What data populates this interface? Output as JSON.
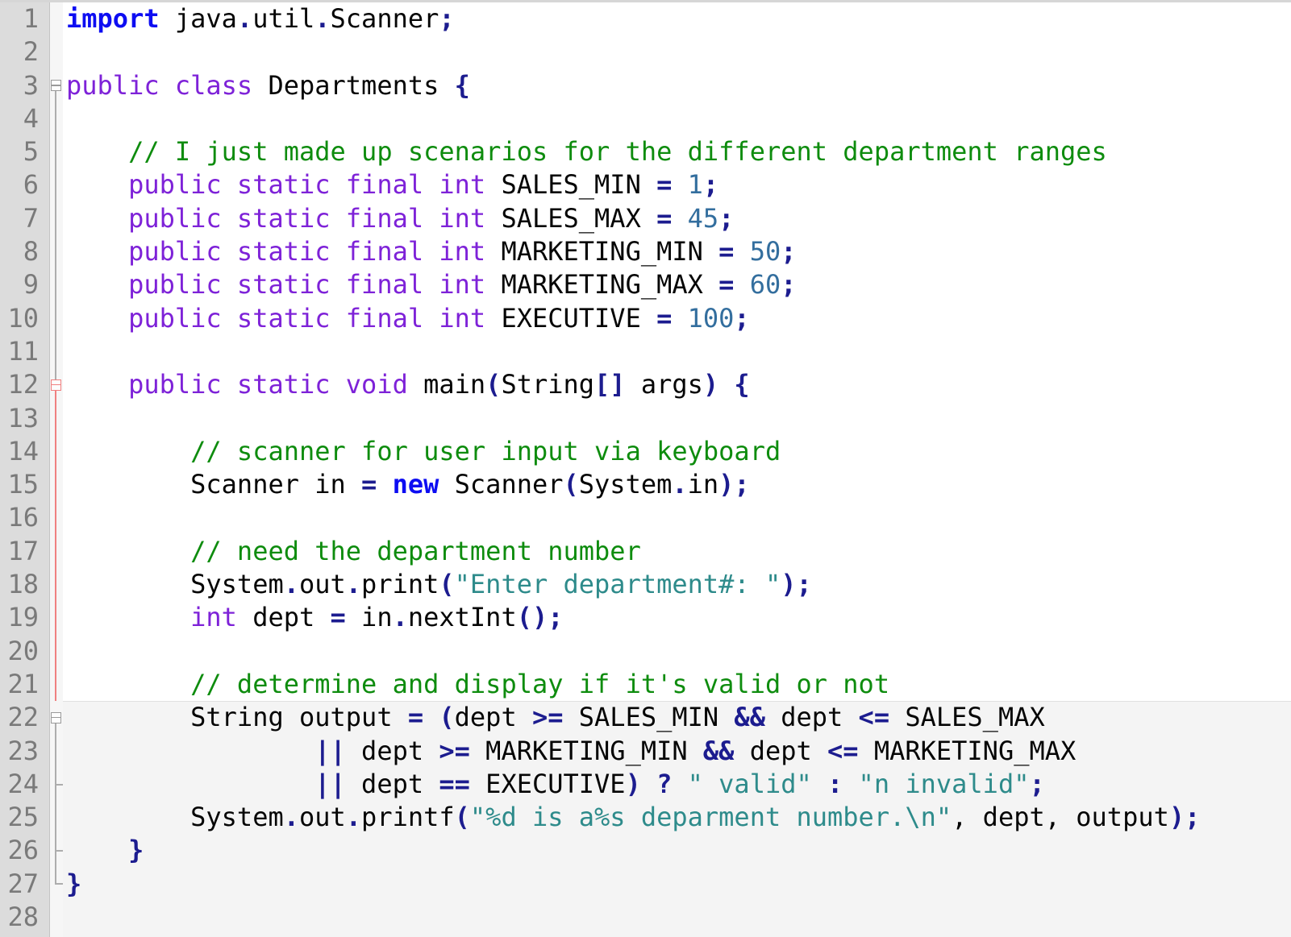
{
  "editor": {
    "colors": {
      "keyword_blue": "#0d0df2",
      "keyword_violet": "#7e22d8",
      "operator_navy": "#1c1c8f",
      "number_blue": "#336e9e",
      "string_teal": "#2e8b8b",
      "comment_green": "#0e8c0e",
      "plain_text": "#050505",
      "gutter_bg": "#dcdcdc",
      "gutter_text": "#7a7a7a",
      "gutter_divider": "#c4c4c4",
      "fold_margin_bg": "#f6f6f6",
      "fold_gray": "#9a9a9a",
      "fold_guide_gray": "#adadad",
      "fold_red": "#f08080",
      "code_bg": "#ffffff",
      "highlight_bg": "#f4f4f4",
      "highlight_border": "#e0e0e0",
      "top_border": "#d6d6d6"
    },
    "gutter": {
      "line_numbers": [
        "1",
        "2",
        "3",
        "4",
        "5",
        "6",
        "7",
        "8",
        "9",
        "10",
        "11",
        "12",
        "13",
        "14",
        "15",
        "16",
        "17",
        "18",
        "19",
        "20",
        "21",
        "22",
        "23",
        "24",
        "25",
        "26",
        "27",
        "28"
      ]
    },
    "fold_margin": {
      "boxes": [
        {
          "line": 3,
          "color": "gray"
        },
        {
          "line": 12,
          "color": "red"
        },
        {
          "line": 22,
          "color": "gray"
        }
      ],
      "guides": [
        {
          "from_line": 3,
          "to_line": 12,
          "color": "gray",
          "end": "box"
        },
        {
          "from_line": 12,
          "to_line": 22,
          "color": "red",
          "end": "rowtop"
        },
        {
          "from_line": 22,
          "to_line": 27,
          "color": "gray",
          "end": "corner"
        }
      ],
      "end_ticks": [
        24,
        26
      ],
      "corner_line": 27
    },
    "highlight_from_line": 22,
    "lines": [
      [
        [
          "kw1",
          "import"
        ],
        [
          "pln",
          " java"
        ],
        [
          "op",
          "."
        ],
        [
          "pln",
          "util"
        ],
        [
          "op",
          "."
        ],
        [
          "pln",
          "Scanner"
        ],
        [
          "op",
          ";"
        ]
      ],
      [],
      [
        [
          "kw2",
          "public class"
        ],
        [
          "pln",
          " Departments "
        ],
        [
          "op",
          "{"
        ]
      ],
      [],
      [
        [
          "com",
          "    // I just made up scenarios for the different department ranges"
        ]
      ],
      [
        [
          "pln",
          "    "
        ],
        [
          "kw2",
          "public static final int"
        ],
        [
          "pln",
          " SALES_MIN "
        ],
        [
          "op",
          "="
        ],
        [
          "pln",
          " "
        ],
        [
          "num",
          "1"
        ],
        [
          "op",
          ";"
        ]
      ],
      [
        [
          "pln",
          "    "
        ],
        [
          "kw2",
          "public static final int"
        ],
        [
          "pln",
          " SALES_MAX "
        ],
        [
          "op",
          "="
        ],
        [
          "pln",
          " "
        ],
        [
          "num",
          "45"
        ],
        [
          "op",
          ";"
        ]
      ],
      [
        [
          "pln",
          "    "
        ],
        [
          "kw2",
          "public static final int"
        ],
        [
          "pln",
          " MARKETING_MIN "
        ],
        [
          "op",
          "="
        ],
        [
          "pln",
          " "
        ],
        [
          "num",
          "50"
        ],
        [
          "op",
          ";"
        ]
      ],
      [
        [
          "pln",
          "    "
        ],
        [
          "kw2",
          "public static final int"
        ],
        [
          "pln",
          " MARKETING_MAX "
        ],
        [
          "op",
          "="
        ],
        [
          "pln",
          " "
        ],
        [
          "num",
          "60"
        ],
        [
          "op",
          ";"
        ]
      ],
      [
        [
          "pln",
          "    "
        ],
        [
          "kw2",
          "public static final int"
        ],
        [
          "pln",
          " EXECUTIVE "
        ],
        [
          "op",
          "="
        ],
        [
          "pln",
          " "
        ],
        [
          "num",
          "100"
        ],
        [
          "op",
          ";"
        ]
      ],
      [],
      [
        [
          "pln",
          "    "
        ],
        [
          "kw2",
          "public static void"
        ],
        [
          "pln",
          " main"
        ],
        [
          "op",
          "("
        ],
        [
          "pln",
          "String"
        ],
        [
          "op",
          "[]"
        ],
        [
          "pln",
          " args"
        ],
        [
          "op",
          ")"
        ],
        [
          "pln",
          " "
        ],
        [
          "op",
          "{"
        ]
      ],
      [],
      [
        [
          "com",
          "        // scanner for user input via keyboard"
        ]
      ],
      [
        [
          "pln",
          "        Scanner in "
        ],
        [
          "op",
          "="
        ],
        [
          "pln",
          " "
        ],
        [
          "kw1",
          "new"
        ],
        [
          "pln",
          " Scanner"
        ],
        [
          "op",
          "("
        ],
        [
          "pln",
          "System"
        ],
        [
          "op",
          "."
        ],
        [
          "pln",
          "in"
        ],
        [
          "op",
          ");"
        ]
      ],
      [],
      [
        [
          "com",
          "        // need the department number"
        ]
      ],
      [
        [
          "pln",
          "        System"
        ],
        [
          "op",
          "."
        ],
        [
          "pln",
          "out"
        ],
        [
          "op",
          "."
        ],
        [
          "pln",
          "print"
        ],
        [
          "op",
          "("
        ],
        [
          "str",
          "\"Enter department#: \""
        ],
        [
          "op",
          ");"
        ]
      ],
      [
        [
          "pln",
          "        "
        ],
        [
          "kw2",
          "int"
        ],
        [
          "pln",
          " dept "
        ],
        [
          "op",
          "="
        ],
        [
          "pln",
          " in"
        ],
        [
          "op",
          "."
        ],
        [
          "pln",
          "nextInt"
        ],
        [
          "op",
          "();"
        ]
      ],
      [],
      [
        [
          "com",
          "        // determine and display if it's valid or not"
        ]
      ],
      [
        [
          "pln",
          "        String output "
        ],
        [
          "op",
          "="
        ],
        [
          "pln",
          " "
        ],
        [
          "op",
          "("
        ],
        [
          "pln",
          "dept "
        ],
        [
          "op",
          ">="
        ],
        [
          "pln",
          " SALES_MIN "
        ],
        [
          "op",
          "&&"
        ],
        [
          "pln",
          " dept "
        ],
        [
          "op",
          "<="
        ],
        [
          "pln",
          " SALES_MAX"
        ]
      ],
      [
        [
          "pln",
          "                "
        ],
        [
          "op",
          "||"
        ],
        [
          "pln",
          " dept "
        ],
        [
          "op",
          ">="
        ],
        [
          "pln",
          " MARKETING_MIN "
        ],
        [
          "op",
          "&&"
        ],
        [
          "pln",
          " dept "
        ],
        [
          "op",
          "<="
        ],
        [
          "pln",
          " MARKETING_MAX"
        ]
      ],
      [
        [
          "pln",
          "                "
        ],
        [
          "op",
          "||"
        ],
        [
          "pln",
          " dept "
        ],
        [
          "op",
          "=="
        ],
        [
          "pln",
          " EXECUTIVE"
        ],
        [
          "op",
          ")"
        ],
        [
          "pln",
          " "
        ],
        [
          "op",
          "?"
        ],
        [
          "pln",
          " "
        ],
        [
          "str",
          "\" valid\""
        ],
        [
          "pln",
          " "
        ],
        [
          "op",
          ":"
        ],
        [
          "pln",
          " "
        ],
        [
          "str",
          "\"n invalid\""
        ],
        [
          "op",
          ";"
        ]
      ],
      [
        [
          "pln",
          "        System"
        ],
        [
          "op",
          "."
        ],
        [
          "pln",
          "out"
        ],
        [
          "op",
          "."
        ],
        [
          "pln",
          "printf"
        ],
        [
          "op",
          "("
        ],
        [
          "str",
          "\"%d is a%s deparment number.\\n\""
        ],
        [
          "pln",
          ", dept, output"
        ],
        [
          "op",
          ");"
        ]
      ],
      [
        [
          "pln",
          "    "
        ],
        [
          "op",
          "}"
        ]
      ],
      [
        [
          "op",
          "}"
        ]
      ],
      []
    ]
  }
}
